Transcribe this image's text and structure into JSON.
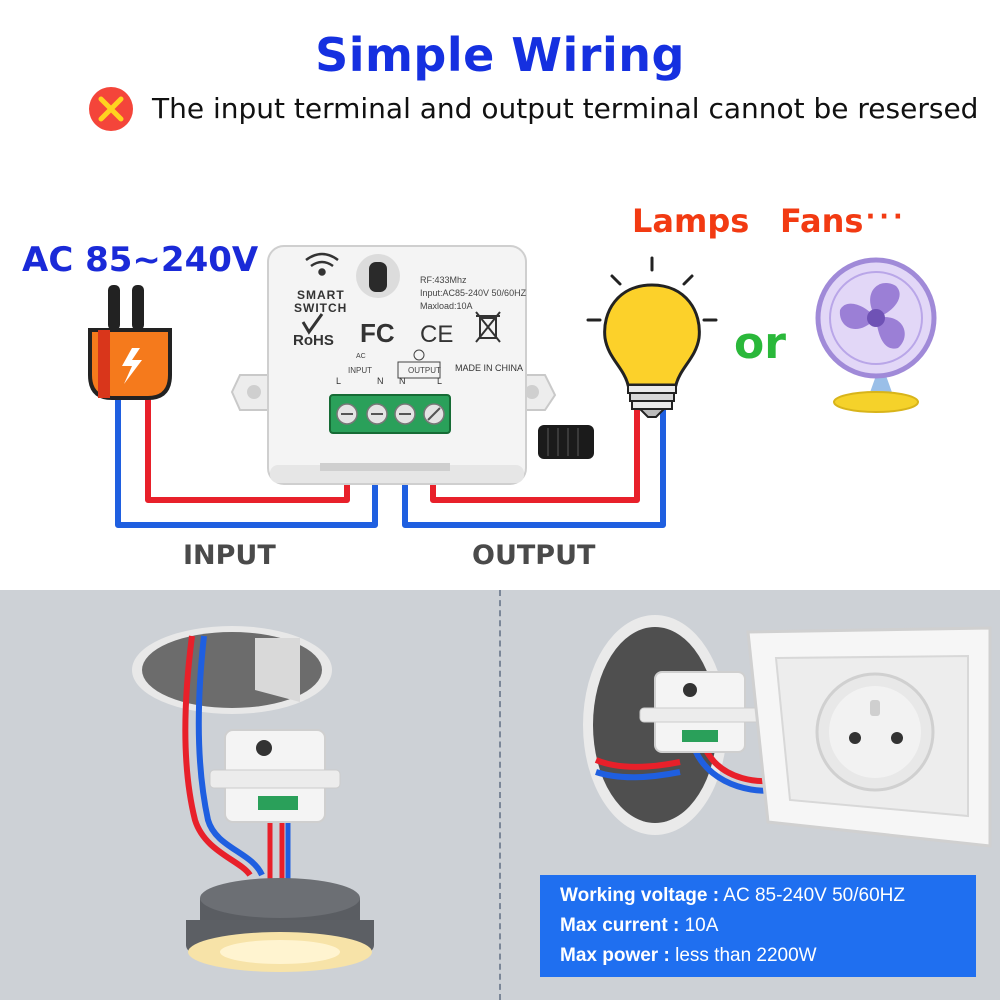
{
  "title": "Simple Wiring",
  "warning": {
    "text": "The input terminal and output terminal cannot be resersed"
  },
  "labels": {
    "power": "AC 85~240V",
    "lamps": "Lamps",
    "fans": "Fans",
    "dots": "···",
    "or": "or",
    "input": "INPUT",
    "output": "OUTPUT"
  },
  "device": {
    "name_line1": "SMART",
    "name_line2": "SWITCH",
    "rf": "RF:433Mhz",
    "input_spec": "Input:AC85-240V 50/60HZ",
    "maxload": "Maxload:10A",
    "rohs": "RoHS",
    "fc": "FC",
    "ce": "CE",
    "made_in": "MADE IN CHINA",
    "ac": "AC",
    "input_term": "INPUT",
    "output_term": "OUTPUT",
    "terminals": [
      "L",
      "N",
      "N",
      "L"
    ]
  },
  "specs": [
    {
      "label": "Working voltage :",
      "value": "AC 85-240V 50/60HZ"
    },
    {
      "label": "Max current :",
      "value": "10A"
    },
    {
      "label": "Max power :",
      "value": "less than 2200W"
    }
  ],
  "colors": {
    "title": "#1530e0",
    "accent_red": "#f23a12",
    "accent_green": "#2ab83a",
    "wire_red": "#e8202a",
    "wire_blue": "#1f5fe0",
    "spec_box": "#1f6ff0"
  }
}
